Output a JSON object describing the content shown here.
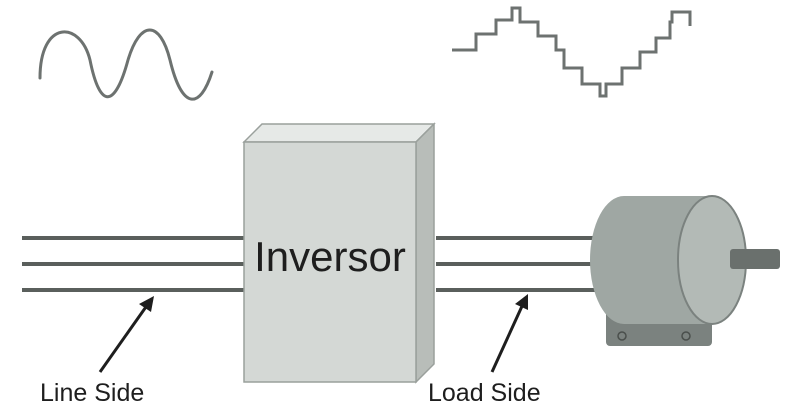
{
  "inverter": {
    "label": "Inversor"
  },
  "callouts": {
    "line_side": "Line Side",
    "load_side": "Load Side"
  },
  "colors": {
    "wire": "#5a5f5c",
    "box_face": "#d4d8d5",
    "box_edge": "#9aa09c",
    "motor_body": "#9fa7a3",
    "motor_dark": "#7b827f",
    "text": "#1e1e1e"
  },
  "waveforms": {
    "input": "sine-wave",
    "output": "stepped-sine-wave"
  }
}
